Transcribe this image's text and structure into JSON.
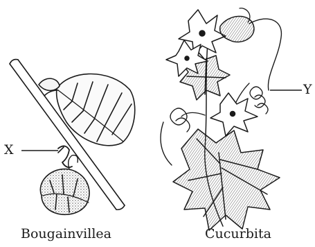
{
  "captions": {
    "left": "Bougainvillea",
    "right": "Cucurbita"
  },
  "markers": {
    "left": "X",
    "right": "Y"
  },
  "colors": {
    "ink": "#1a1a1a",
    "background": "#ffffff"
  }
}
